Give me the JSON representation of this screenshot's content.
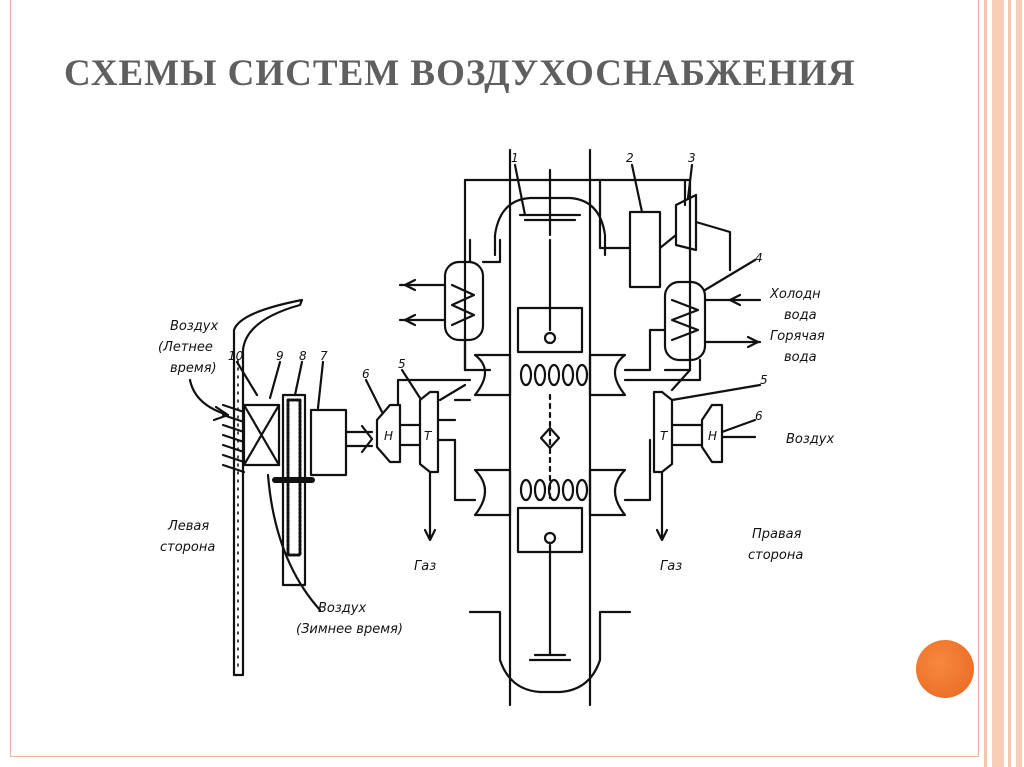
{
  "title": "Схемы систем воздухоснабжения",
  "labels": {
    "air_summer_1": "Воздух",
    "air_summer_2": "(Летнее",
    "air_summer_3": "время)",
    "left_side_1": "Левая",
    "left_side_2": "сторона",
    "air_winter_1": "Воздух",
    "air_winter_2": "(Зимнее время)",
    "gas_left": "Газ",
    "gas_right": "Газ",
    "right_side_1": "Правая",
    "right_side_2": "сторона",
    "cold_water_1": "Холодн",
    "cold_water_2": "вода",
    "hot_water_1": "Горячая",
    "hot_water_2": "вода",
    "air_right": "Воздух",
    "compressor_letter": "Н",
    "turbine_letter": "Т"
  },
  "callouts": [
    "1",
    "2",
    "3",
    "4",
    "5",
    "5",
    "6",
    "6",
    "7",
    "8",
    "9",
    "10"
  ],
  "colors": {
    "title": "#5f5f5f",
    "accent_dot": "#e8661f",
    "frame": "#e8b49a",
    "stripe": "#f6c7ae"
  }
}
